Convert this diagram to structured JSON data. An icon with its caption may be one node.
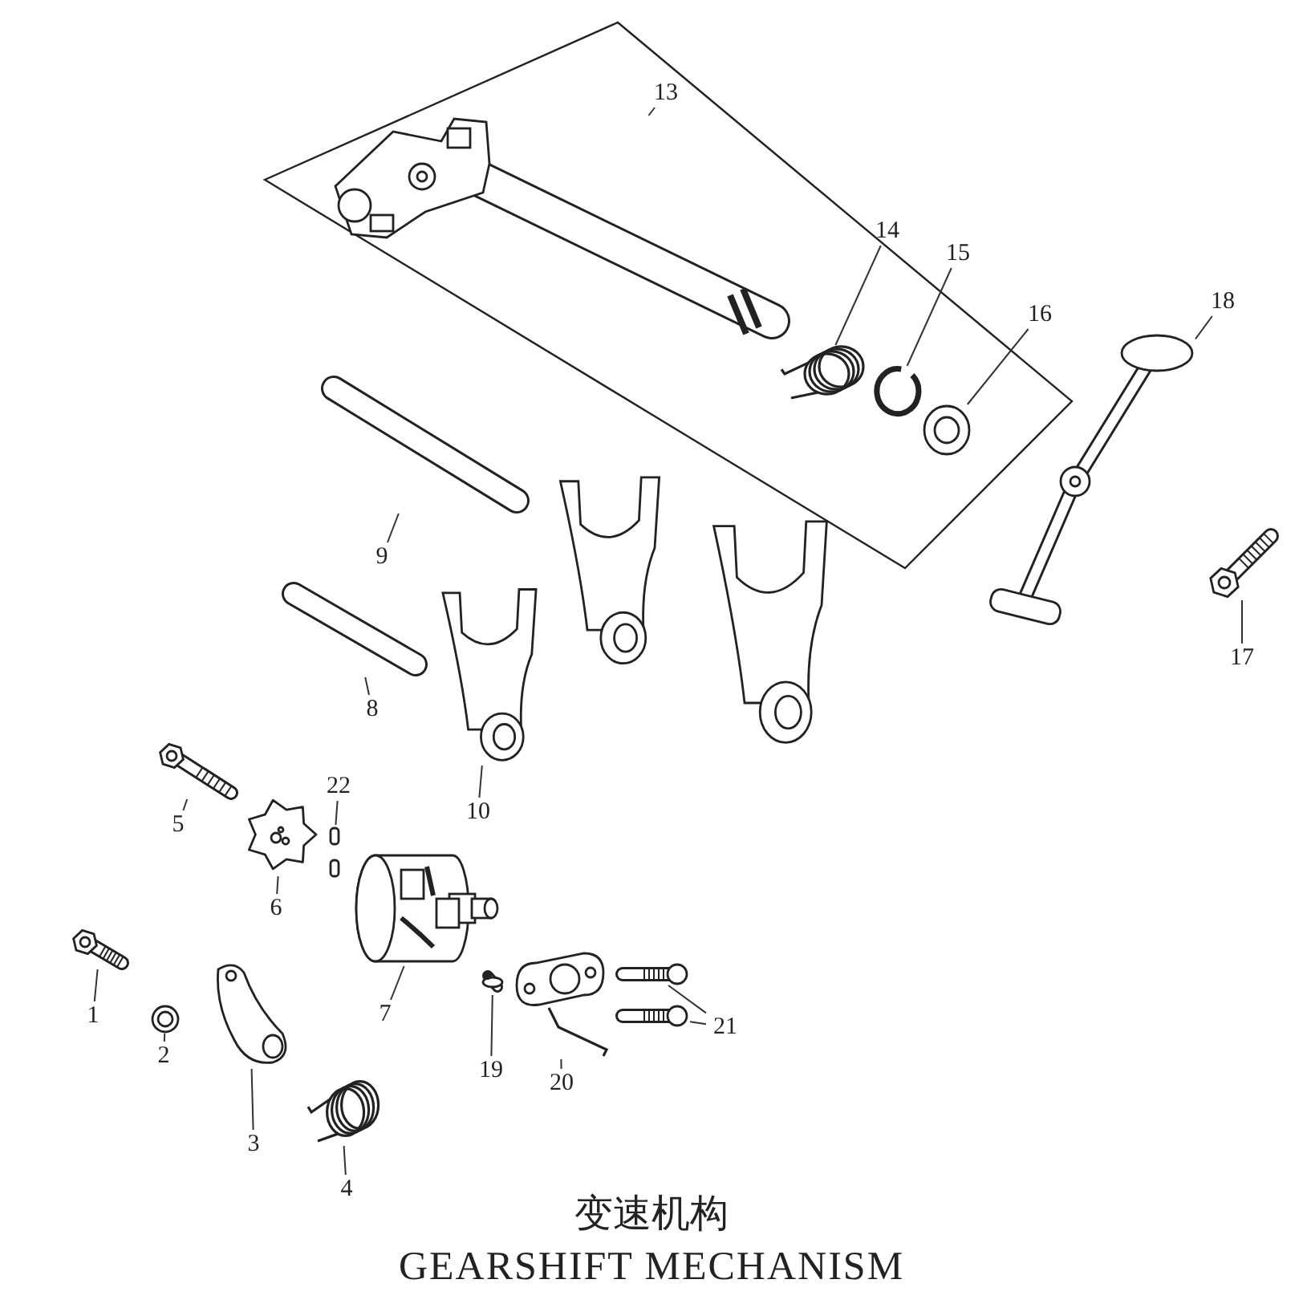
{
  "diagram": {
    "nodes": [
      {
        "text": [
          "1"
        ]
      },
      {
        "text": [],
        "shape": "picture"
      },
      {
        "text": [
          "2"
        ]
      },
      {
        "text": [],
        "shape": "picture"
      },
      {
        "text": [
          "3"
        ]
      },
      {
        "text": [],
        "shape": "picture"
      },
      {
        "text": [
          "4"
        ]
      },
      {
        "text": [],
        "shape": "picture"
      },
      {
        "text": [
          "5"
        ]
      },
      {
        "text": [],
        "shape": "picture"
      },
      {
        "text": [
          "6"
        ]
      },
      {
        "text": [],
        "shape": "picture"
      },
      {
        "text": [
          "7"
        ]
      },
      {
        "text": [],
        "shape": "picture"
      },
      {
        "text": [
          "8"
        ]
      },
      {
        "text": [],
        "shape": "picture"
      },
      {
        "text": [
          "9"
        ]
      },
      {
        "text": [],
        "shape": "picture"
      },
      {
        "text": [
          "10"
        ]
      },
      {
        "text": [],
        "shape": "picture"
      },
      {
        "text": [
          "13"
        ]
      },
      {
        "text": [],
        "shape": "picture"
      },
      {
        "text": [
          "14"
        ]
      },
      {
        "text": [],
        "shape": "picture"
      },
      {
        "text": [
          "15"
        ]
      },
      {
        "text": [],
        "shape": "picture"
      },
      {
        "text": [
          "16"
        ]
      },
      {
        "text": [],
        "shape": "picture"
      },
      {
        "text": [
          "17"
        ]
      },
      {
        "text": [],
        "shape": "picture"
      },
      {
        "text": [
          "18"
        ]
      },
      {
        "text": [],
        "shape": "picture"
      },
      {
        "text": [
          "19"
        ]
      },
      {
        "text": [],
        "shape": "picture"
      },
      {
        "text": [
          "20"
        ]
      },
      {
        "text": [],
        "shape": "picture"
      },
      {
        "text": [
          "21"
        ]
      },
      {
        "text": [],
        "shape": "picture"
      },
      {
        "text": [],
        "shape": "picture"
      },
      {
        "text": [
          "22"
        ]
      },
      {
        "text": [],
        "shape": "picture"
      }
    ],
    "edges": [
      {
        "from": 0,
        "to": 1,
        "arrow": "none"
      },
      {
        "from": 2,
        "to": 3,
        "arrow": "none"
      },
      {
        "from": 4,
        "to": 5,
        "arrow": "none"
      },
      {
        "from": 6,
        "to": 7,
        "arrow": "none"
      },
      {
        "from": 8,
        "to": 9,
        "arrow": "none"
      },
      {
        "from": 10,
        "to": 11,
        "arrow": "none"
      },
      {
        "from": 12,
        "to": 13,
        "arrow": "none"
      },
      {
        "from": 14,
        "to": 15,
        "arrow": "none"
      },
      {
        "from": 16,
        "to": 17,
        "arrow": "none"
      },
      {
        "from": 18,
        "to": 19,
        "arrow": "none"
      },
      {
        "from": 20,
        "to": 21,
        "arrow": "none"
      },
      {
        "from": 22,
        "to": 23,
        "arrow": "none"
      },
      {
        "from": 24,
        "to": 25,
        "arrow": "none"
      },
      {
        "from": 26,
        "to": 27,
        "arrow": "none"
      },
      {
        "from": 28,
        "to": 29,
        "arrow": "none"
      },
      {
        "from": 30,
        "to": 31,
        "arrow": "none"
      },
      {
        "from": 32,
        "to": 33,
        "arrow": "none"
      },
      {
        "from": 34,
        "to": 35,
        "arrow": "none"
      },
      {
        "from": 36,
        "to": 37,
        "arrow": "none"
      },
      {
        "from": 36,
        "to": 38,
        "arrow": "none"
      },
      {
        "from": 39,
        "to": 40,
        "arrow": "none"
      }
    ],
    "labels": [
      "变速机构",
      "GEARSHIFT MECHANISM"
    ]
  }
}
